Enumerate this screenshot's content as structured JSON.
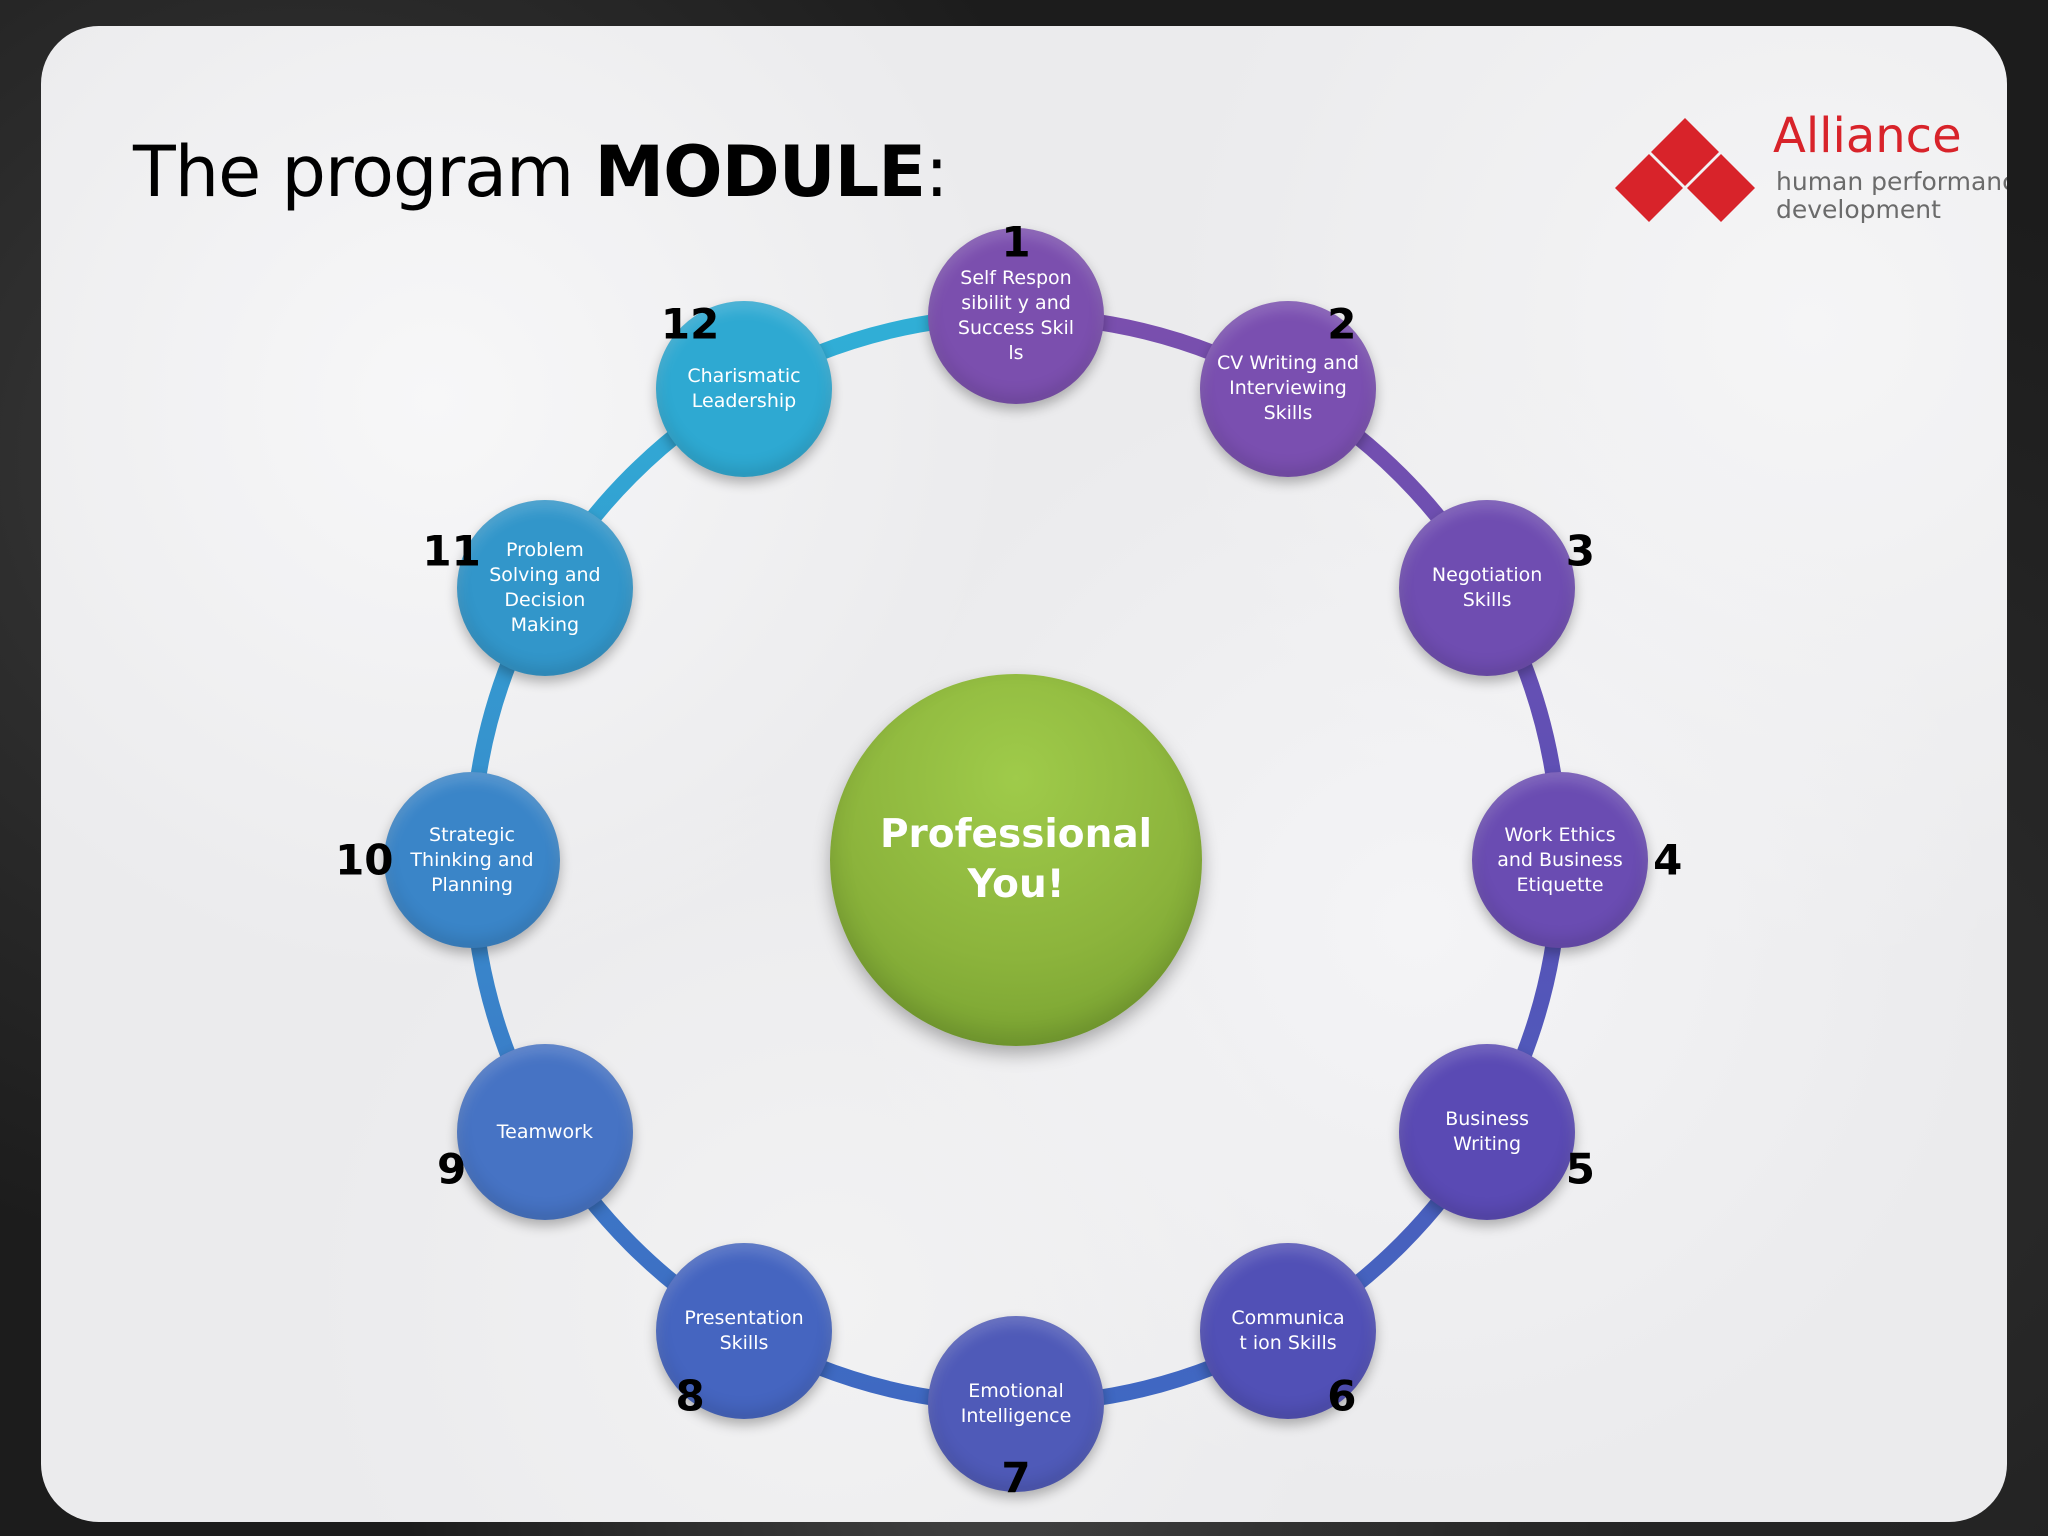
{
  "slide": {
    "title_prefix": "The program ",
    "title_bold": "MODULE",
    "title_suffix": ":"
  },
  "logo": {
    "name": "Alliance",
    "tagline_1": "human performance",
    "tagline_2": "development",
    "color": "#d8232a"
  },
  "center": {
    "line_1": "Professional",
    "line_2": "You!",
    "color": "#8cb43c"
  },
  "modules": [
    {
      "number": "1",
      "label": "Self Responsibilit y and Success Skills",
      "color": "#7b4fae"
    },
    {
      "number": "2",
      "label": "CV Writing and Interviewing Skills",
      "color": "#7a4fb0"
    },
    {
      "number": "3",
      "label": "Negotiation Skills",
      "color": "#6f4db1"
    },
    {
      "number": "4",
      "label": "Work Ethics and Business Etiquette",
      "color": "#6a4cb2"
    },
    {
      "number": "5",
      "label": "Business Writing",
      "color": "#5a4ab4"
    },
    {
      "number": "6",
      "label": "Communicat ion Skills",
      "color": "#5150b6"
    },
    {
      "number": "7",
      "label": "Emotional Intelligence",
      "color": "#4f5ab8"
    },
    {
      "number": "8",
      "label": "Presentation Skills",
      "color": "#4565c0"
    },
    {
      "number": "9",
      "label": "Teamwork",
      "color": "#4673c4"
    },
    {
      "number": "10",
      "label": "Strategic Thinking and Planning",
      "color": "#3a85c8"
    },
    {
      "number": "11",
      "label": "Problem Solving and Decision Making",
      "color": "#3296ca"
    },
    {
      "number": "12",
      "label": "Charismatic Leadership",
      "color": "#2ea9d2"
    }
  ]
}
